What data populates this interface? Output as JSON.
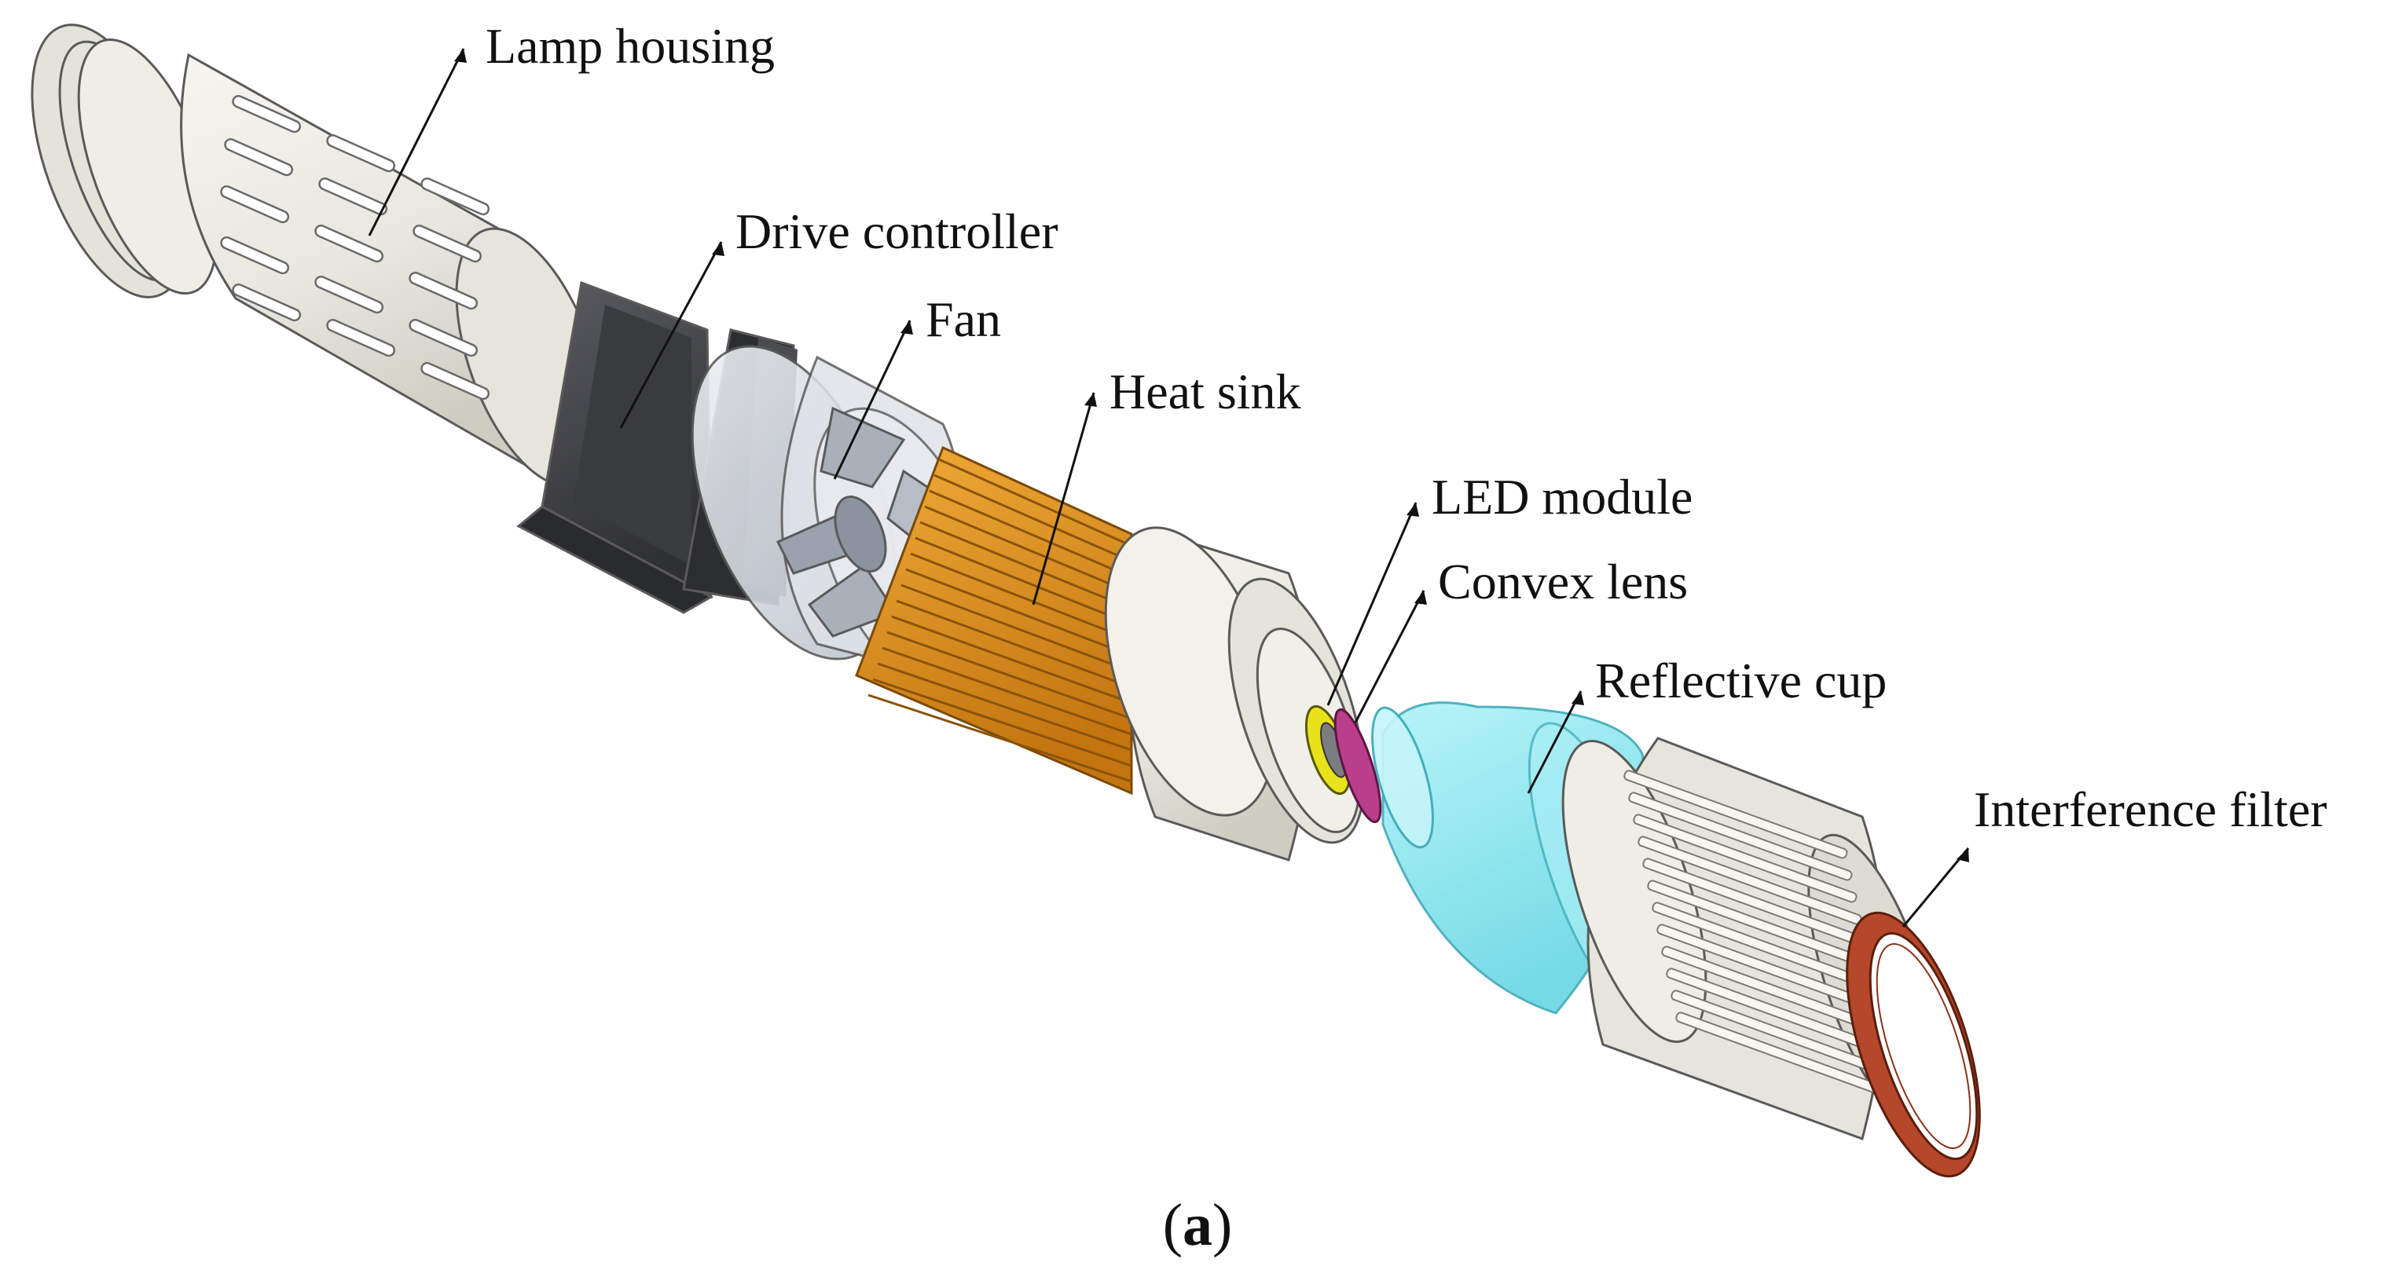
{
  "labels": {
    "lamp_housing": "Lamp housing",
    "drive_controller": "Drive controller",
    "fan": "Fan",
    "heat_sink": "Heat sink",
    "led_module": "LED module",
    "convex_lens": "Convex lens",
    "reflective_cup": "Reflective cup",
    "interference_filter": "Interference filter"
  },
  "caption": {
    "open": "(",
    "letter": "a",
    "close": ")"
  },
  "colors": {
    "housing": "#ecebe3",
    "controller": "#45464a",
    "fan": "#d8dde4",
    "heat_sink": "#e3961f",
    "led_module": "#e8e21a",
    "convex_lens": "#b93e8c",
    "reflective_cup": "#8fe6ee",
    "filter": "#b5472a"
  }
}
